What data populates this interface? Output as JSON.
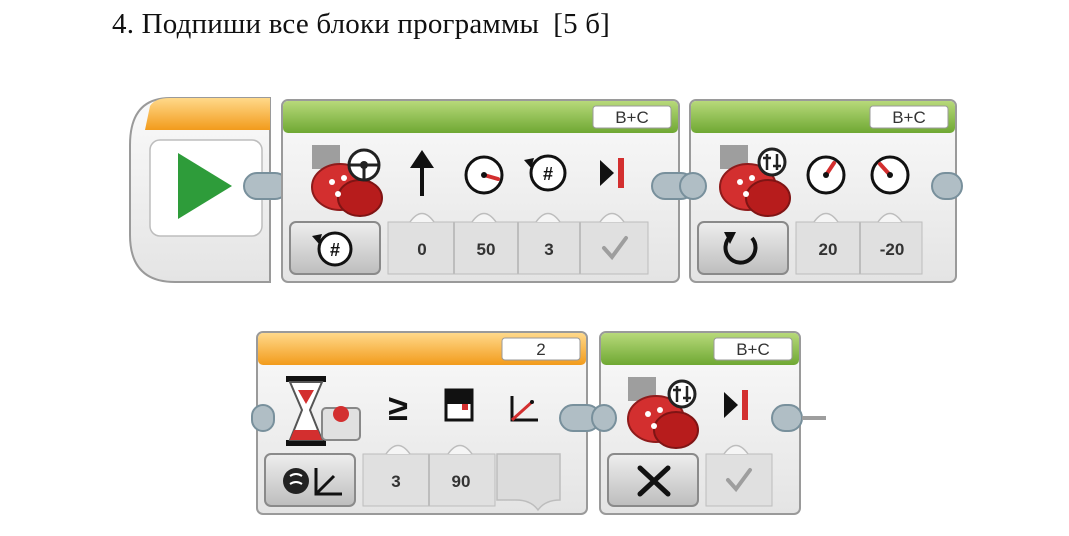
{
  "task": {
    "title": "4. Подпиши все блоки программы",
    "points": "[5 б]"
  },
  "blocks": {
    "move_steering": {
      "ports": "B+C",
      "mode_icon": "rotations-icon",
      "params": [
        "0",
        "50",
        "3"
      ],
      "param_icons": [
        "steering-arrow-icon",
        "power-gauge-icon",
        "rotations-count-icon",
        "brake-icon"
      ]
    },
    "move_tank": {
      "ports": "B+C",
      "mode_icon": "on-icon",
      "params": [
        "20",
        "-20"
      ],
      "param_icons": [
        "left-power-gauge-icon",
        "right-power-gauge-icon"
      ]
    },
    "wait_gyro": {
      "port": "2",
      "mode_icon": "gyro-angle-icon",
      "params": [
        "3",
        "90"
      ],
      "param_icons": [
        "compare-greater-equal-icon",
        "threshold-icon",
        "angle-icon"
      ]
    },
    "move_tank_off": {
      "ports": "B+C",
      "mode_icon": "off-icon",
      "param_icons": [
        "brake-icon"
      ]
    }
  },
  "colors": {
    "action_green": "#7cb342",
    "flow_orange": "#f5a623",
    "block_body": "#f2f2f2",
    "motor_red": "#d32f2f",
    "start_arrow": "#2e9c3a"
  }
}
